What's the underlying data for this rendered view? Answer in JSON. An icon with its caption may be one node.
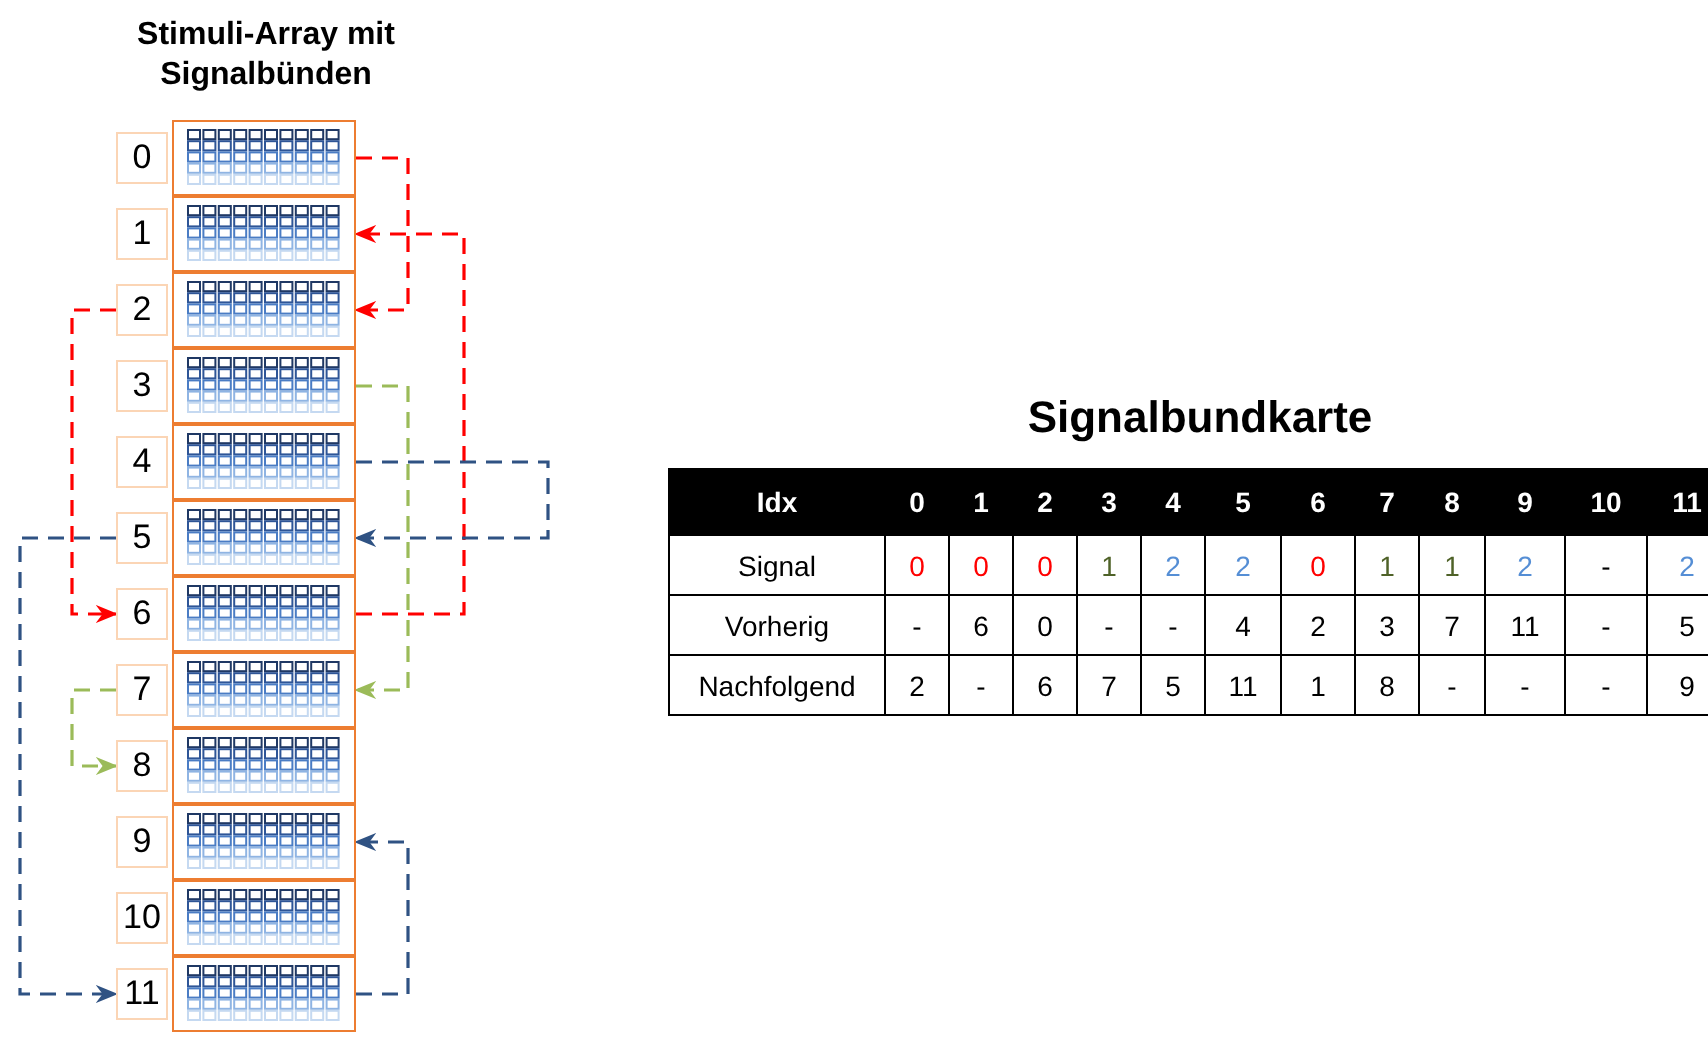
{
  "diagram": {
    "nodes": [
      {
        "text": [
          "0"
        ]
      },
      {
        "text": [],
        "shape": "box"
      },
      {
        "text": [
          "1"
        ]
      },
      {
        "text": [],
        "shape": "box"
      },
      {
        "text": [
          "2"
        ]
      },
      {
        "text": [],
        "shape": "box"
      },
      {
        "text": [
          "3"
        ]
      },
      {
        "text": [],
        "shape": "box"
      },
      {
        "text": [
          "4"
        ]
      },
      {
        "text": [],
        "shape": "box"
      },
      {
        "text": [
          "5"
        ]
      },
      {
        "text": [],
        "shape": "box"
      },
      {
        "text": [
          "6"
        ]
      },
      {
        "text": [],
        "shape": "box"
      },
      {
        "text": [
          "7"
        ]
      },
      {
        "text": [],
        "shape": "box"
      },
      {
        "text": [
          "8"
        ]
      },
      {
        "text": [],
        "shape": "box"
      },
      {
        "text": [
          "9"
        ]
      },
      {
        "text": [],
        "shape": "box"
      },
      {
        "text": [
          "10"
        ]
      },
      {
        "text": [],
        "shape": "box"
      },
      {
        "text": [
          "11"
        ]
      },
      {
        "text": [],
        "shape": "box"
      }
    ],
    "edges": [
      {
        "from": 1,
        "to": 5,
        "arrow": "to",
        "style": "dashed",
        "color": "#ff0000"
      },
      {
        "from": 13,
        "to": 3,
        "arrow": "to",
        "style": "dashed",
        "color": "#ff0000"
      },
      {
        "from": 4,
        "to": 12,
        "arrow": "to",
        "style": "dashed",
        "color": "#ff0000"
      },
      {
        "from": 7,
        "to": 15,
        "arrow": "to",
        "style": "dashed",
        "color": "#9bbb59"
      },
      {
        "from": 14,
        "to": 16,
        "arrow": "to",
        "style": "dashed",
        "color": "#9bbb59"
      },
      {
        "from": 9,
        "to": 11,
        "arrow": "to",
        "style": "dashed",
        "color": "#2f5283"
      },
      {
        "from": 10,
        "to": 22,
        "arrow": "to",
        "style": "dashed",
        "color": "#2f5283"
      },
      {
        "from": 23,
        "to": 19,
        "arrow": "to",
        "style": "dashed",
        "color": "#2f5283"
      }
    ],
    "labels": [
      "Stimuli-Array mit Signalbünden",
      "Signalbundkarte",
      "Idx",
      "0",
      "1",
      "2",
      "3",
      "4",
      "5",
      "6",
      "7",
      "8",
      "9",
      "10",
      "11",
      "Signal",
      "0",
      "0",
      "0",
      "1",
      "2",
      "2",
      "0",
      "1",
      "1",
      "2",
      "-",
      "2",
      "Vorherig",
      "-",
      "6",
      "0",
      "-",
      "-",
      "4",
      "2",
      "3",
      "7",
      "11",
      "-",
      "5",
      "Nachfolgend",
      "2",
      "-",
      "6",
      "7",
      "5",
      "11",
      "1",
      "8",
      "-",
      "-",
      "-",
      "9"
    ]
  }
}
